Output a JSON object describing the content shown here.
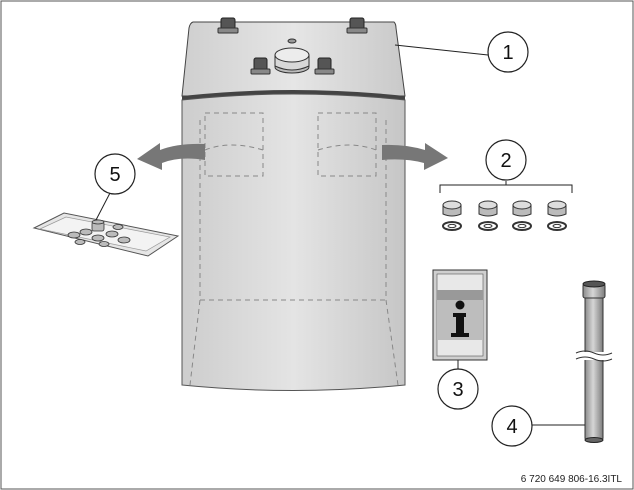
{
  "figure": {
    "code": "6 720 649 806-16.3ITL",
    "border_color": "#555555",
    "body_color": "#d9d9d9",
    "shadow_color": "#bdbdbd",
    "arrow_color": "#777777",
    "manual_icon": "info-icon"
  },
  "callouts": [
    {
      "id": 1,
      "label": "1"
    },
    {
      "id": 2,
      "label": "2"
    },
    {
      "id": 3,
      "label": "3"
    },
    {
      "id": 4,
      "label": "4"
    },
    {
      "id": 5,
      "label": "5"
    }
  ]
}
